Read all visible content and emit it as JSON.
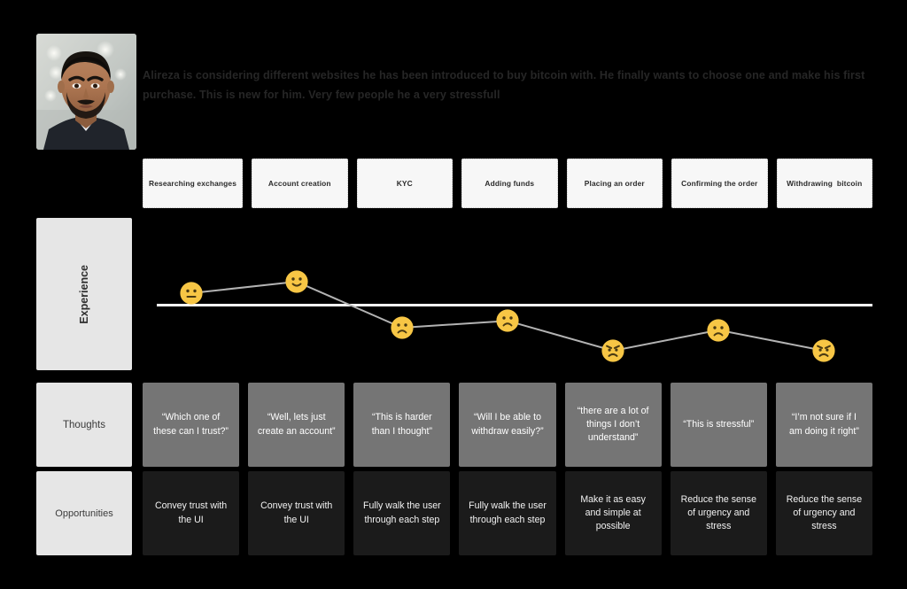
{
  "persona": {
    "avatar_alt": "portrait-photo-of-young-man-with-beard",
    "description": "Alireza is considering different websites he has been introduced to buy bitcoin with. He finally wants to choose one and make his first purchase. This is new for him. Very few people he  a very stressfull"
  },
  "row_labels": {
    "experience": "Experience",
    "thoughts": "Thoughts",
    "opportunities": "Opportunities"
  },
  "stages": [
    {
      "label": "Researching exchanges"
    },
    {
      "label": "Account creation"
    },
    {
      "label": "KYC"
    },
    {
      "label": "Adding funds"
    },
    {
      "label": "Placing an order"
    },
    {
      "label": "Confirming the order"
    },
    {
      "label": "Withdrawing  bitcoin"
    }
  ],
  "thoughts": [
    "“Which one of these can I trust?”",
    "“Well, lets just create an account”",
    "“This is harder than I thought”",
    "“Will I be able to withdraw easily?”",
    "“there are a lot of things I don’t understand”",
    "“This is stressful”",
    "“I’m not sure if I am doing it right”"
  ],
  "opportunities": [
    "Convey trust with the UI",
    "Convey trust with the UI",
    "Fully walk the user through each step",
    "Fully walk the user through each step",
    "Make it as easy and simple at possible",
    "Reduce the sense of urgency and stress",
    "Reduce the sense of urgency and stress"
  ],
  "chart_data": {
    "type": "line",
    "title": "Experience",
    "xlabel": "",
    "ylabel": "Experience",
    "categories": [
      "Researching exchanges",
      "Account creation",
      "KYC",
      "Adding funds",
      "Placing an order",
      "Confirming the order",
      "Withdrawing  bitcoin"
    ],
    "moods": [
      "neutral",
      "happy",
      "sad",
      "sad",
      "angry",
      "sad",
      "angry"
    ],
    "values": [
      0.5,
      1.0,
      -1.0,
      -0.7,
      -2.0,
      -1.1,
      -2.0
    ],
    "ylim": [
      -2.5,
      1.5
    ],
    "baseline_value": 0,
    "grid": false,
    "legend": false,
    "line_color": "#b3b3b3",
    "baseline_color": "#ffffff",
    "marker_color": "#f7c645"
  },
  "colors": {
    "background": "#000000",
    "stage_card_bg": "#f7f7f7",
    "row_label_bg": "#e6e6e6",
    "thought_card_bg": "#757575",
    "opportunity_card_bg": "#1b1b1b",
    "emoji_yellow": "#f7c645",
    "emoji_stroke": "#4a3a12",
    "line": "#b3b3b3"
  }
}
